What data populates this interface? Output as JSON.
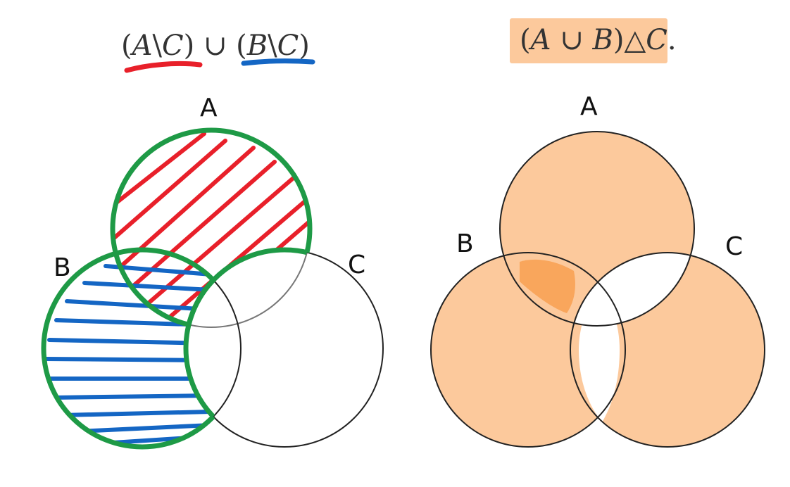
{
  "left_panel": {
    "formula": {
      "open1": "(",
      "set_a": "A",
      "minus1": "\\",
      "set_c1": "C",
      "close1": ")",
      "union": " ∪ ",
      "open2": "(",
      "set_b": "B",
      "minus2": "\\",
      "set_c2": "C",
      "close2": ")"
    },
    "labels": {
      "a": "A",
      "b": "B",
      "c": "C"
    },
    "colors": {
      "a_minus_c": "#e8202a",
      "b_minus_c": "#1466c4",
      "outline": "#1e9a46"
    }
  },
  "right_panel": {
    "formula": {
      "open": "(",
      "set_a": "A",
      "union": " ∪ ",
      "set_b": "B",
      "close": ")",
      "sym_diff": "△",
      "set_c": "C",
      "period": "."
    },
    "labels": {
      "a": "A",
      "b": "B",
      "c": "C"
    },
    "colors": {
      "highlight": "#fcc99c",
      "overlap": "#f9a65c"
    }
  }
}
